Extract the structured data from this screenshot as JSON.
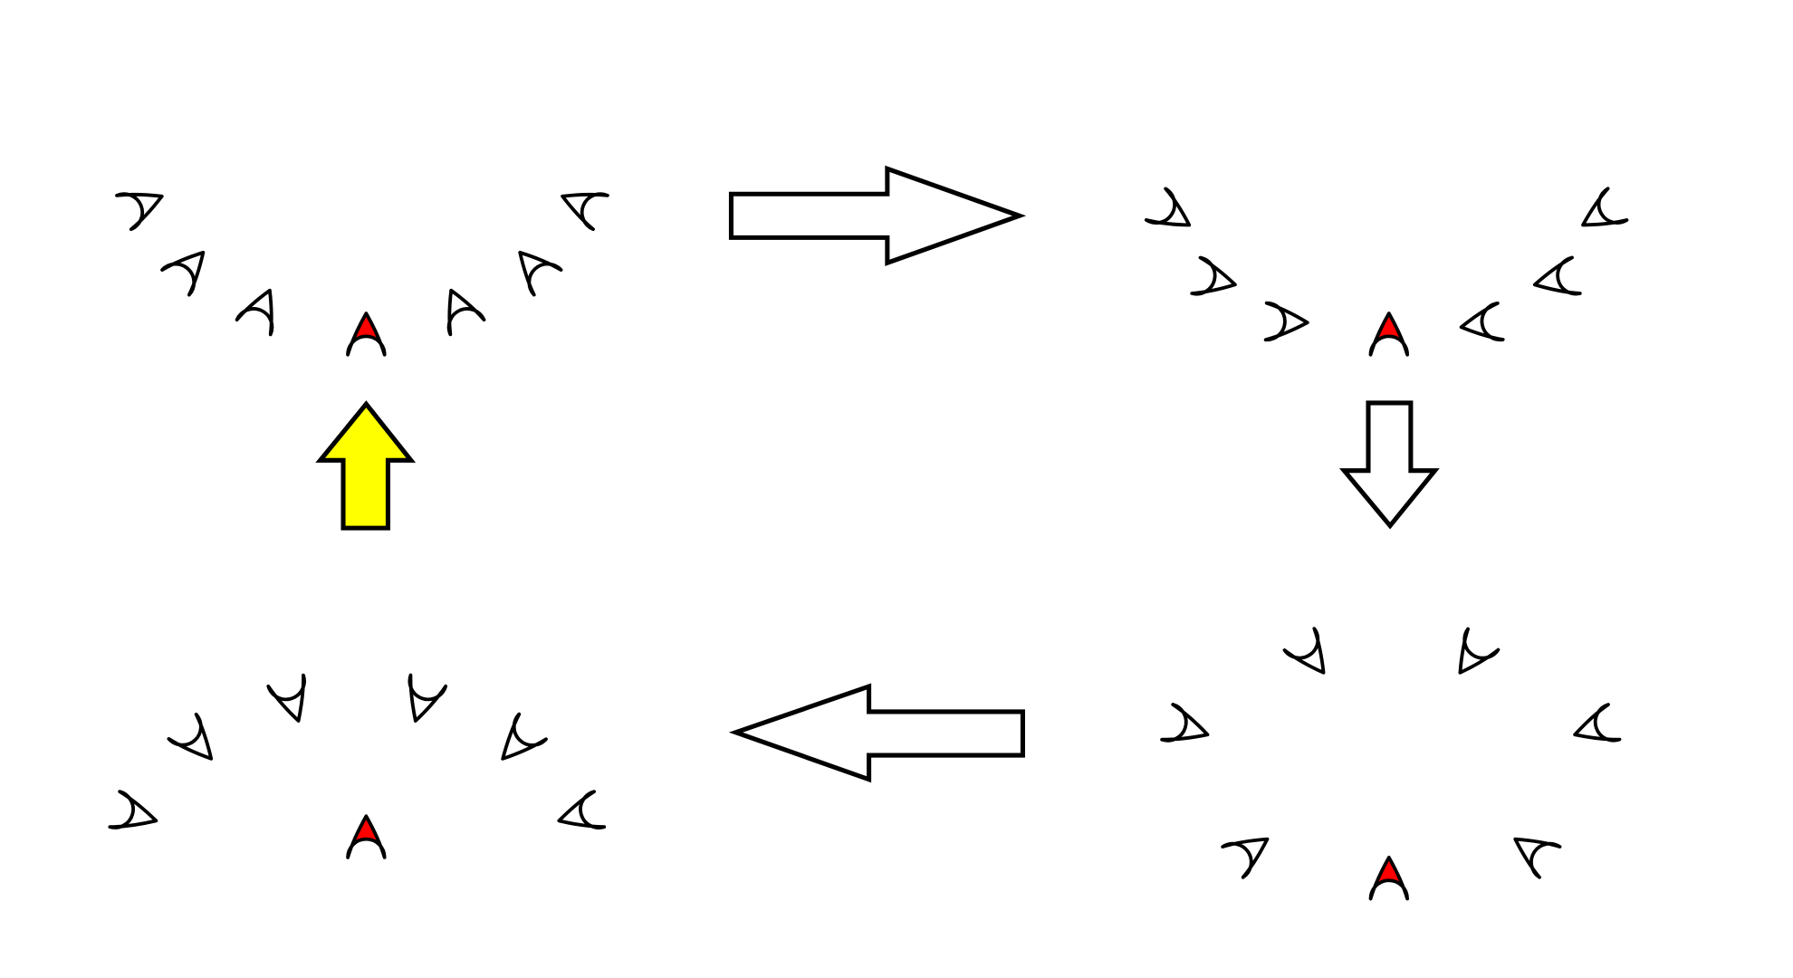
{
  "diagram": {
    "background_color": "#ffffff",
    "stroke_color": "#000000",
    "panels": [
      {
        "name": "panel-top-left",
        "petal_count": 6,
        "highlight_drop_color": "#ff0000",
        "petal_fill": "#ffffff"
      },
      {
        "name": "panel-top-right",
        "petal_count": 6,
        "highlight_drop_color": "#ff0000",
        "petal_fill": "#ffffff"
      },
      {
        "name": "panel-bottom-right",
        "petal_count": 6,
        "highlight_drop_color": "#ff0000",
        "petal_fill": "#ffffff"
      },
      {
        "name": "panel-bottom-left",
        "petal_count": 6,
        "highlight_drop_color": "#ff0000",
        "petal_fill": "#ffffff"
      }
    ],
    "arrows": [
      {
        "name": "right-arrow",
        "direction": "right",
        "fill": "#ffffff"
      },
      {
        "name": "down-arrow",
        "direction": "down",
        "fill": "#ffffff"
      },
      {
        "name": "left-arrow",
        "direction": "left",
        "fill": "#ffffff"
      },
      {
        "name": "up-arrow",
        "direction": "up",
        "fill": "#ffff00"
      }
    ]
  }
}
